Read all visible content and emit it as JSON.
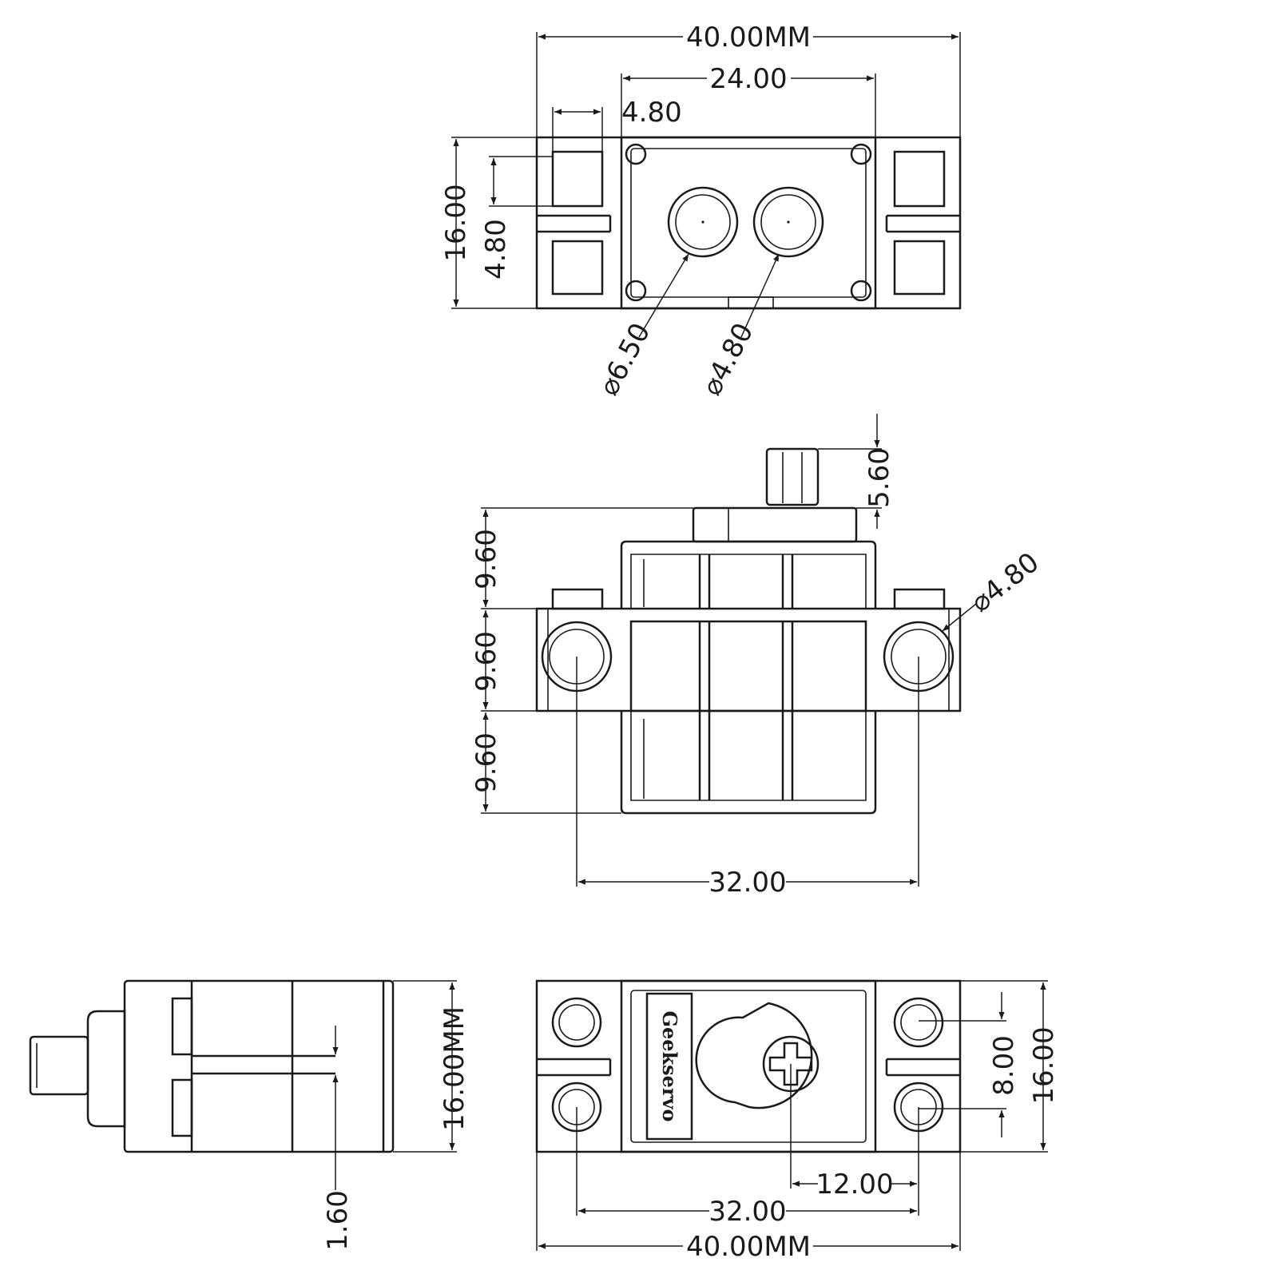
{
  "top_view": {
    "overall_width": "40.00MM",
    "inner_width": "24.00",
    "square_width": "4.80",
    "square_height": "4.80",
    "overall_height": "16.00",
    "hole_large_dia": "⌀6.50",
    "hole_small_dia": "⌀4.80"
  },
  "front_view": {
    "shaft_height": "5.60",
    "upper_section": "9.60",
    "middle_section": "9.60",
    "lower_section": "9.60",
    "mount_hole_dia": "⌀4.80",
    "hole_spacing": "32.00"
  },
  "side_view": {
    "height": "16.00MM",
    "slot_gap": "1.60"
  },
  "bottom_view": {
    "brand_text": "Geekservo",
    "hole_vertical_spacing": "8.00",
    "overall_height": "16.00",
    "shaft_offset": "12.00",
    "hole_spacing": "32.00",
    "overall_width": "40.00MM"
  }
}
